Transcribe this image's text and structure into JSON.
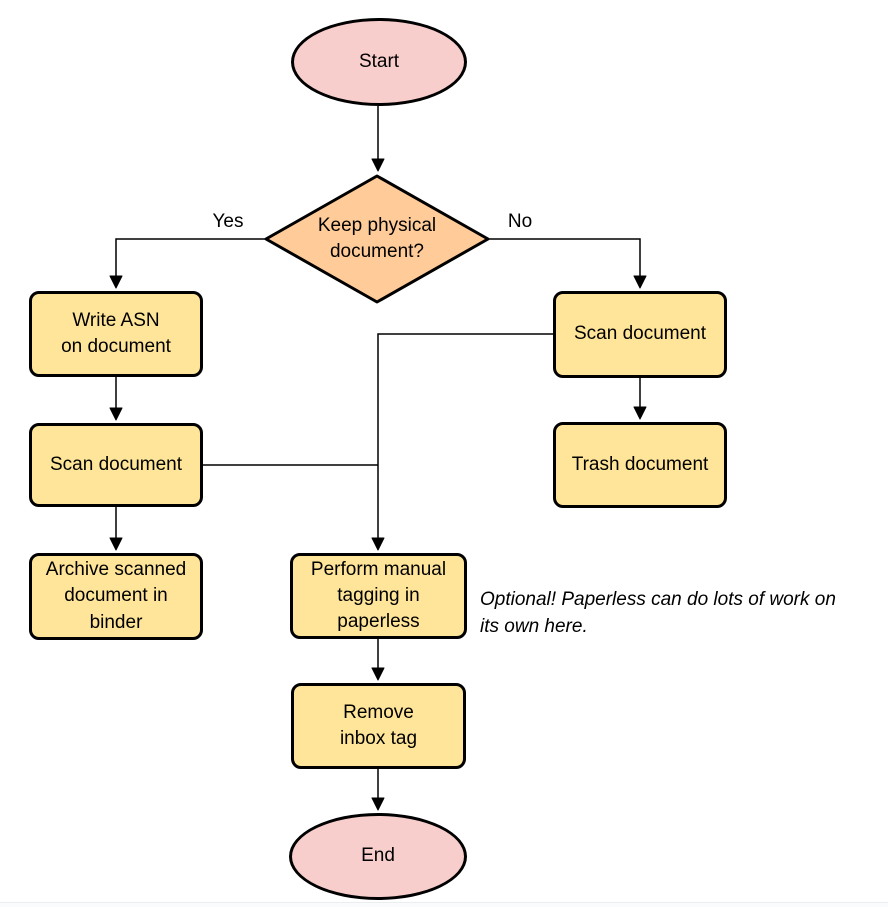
{
  "diagram": {
    "nodes": {
      "start": {
        "label": "Start",
        "fill": "#f8cecc"
      },
      "decision": {
        "label": "Keep physical\ndocument?",
        "fill": "#ffcc99"
      },
      "write_asn": {
        "label": "Write ASN\non document",
        "fill": "#ffe599"
      },
      "scan_left": {
        "label": "Scan document",
        "fill": "#ffe599"
      },
      "archive": {
        "label": "Archive scanned\ndocument in\nbinder",
        "fill": "#ffe599"
      },
      "scan_right": {
        "label": "Scan document",
        "fill": "#ffe599"
      },
      "trash": {
        "label": "Trash document",
        "fill": "#ffe599"
      },
      "tagging": {
        "label": "Perform manual\ntagging in\npaperless",
        "fill": "#ffe599"
      },
      "remove_inbox": {
        "label": "Remove\ninbox tag",
        "fill": "#ffe599"
      },
      "end": {
        "label": "End",
        "fill": "#f8cecc"
      }
    },
    "edge_labels": {
      "yes": "Yes",
      "no": "No"
    },
    "note": {
      "text": "Optional! Paperless can do lots of work on\nits own here."
    },
    "colors": {
      "stroke": "#000000",
      "terminator_fill": "#f8cecc",
      "decision_fill": "#ffcc99",
      "process_fill": "#ffe599",
      "background": "#ffffff"
    }
  }
}
